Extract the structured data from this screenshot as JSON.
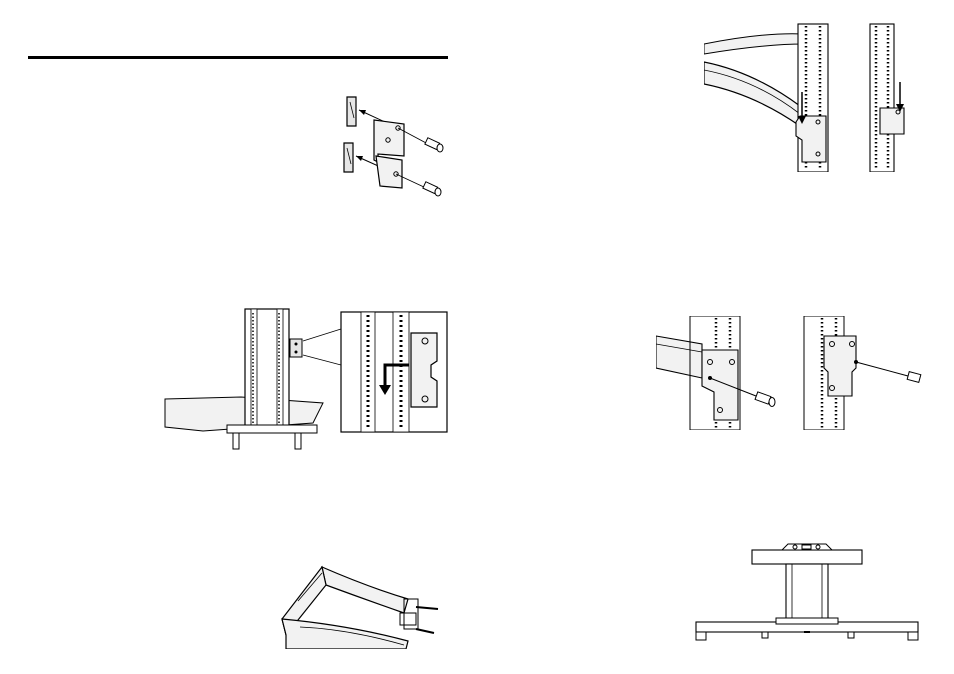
{
  "page": {
    "background": "#ffffff",
    "line_color": "#000000",
    "fill_gray": "#d9d9d9"
  },
  "figures": [
    {
      "name": "bracket-bolts-exploded-figure"
    },
    {
      "name": "column-bracket-insert-figure"
    },
    {
      "name": "curved-shelf-frame-figure"
    },
    {
      "name": "shelf-brackets-on-columns-figure"
    },
    {
      "name": "bracket-screws-fastening-figure"
    },
    {
      "name": "stand-base-level-figure"
    }
  ]
}
